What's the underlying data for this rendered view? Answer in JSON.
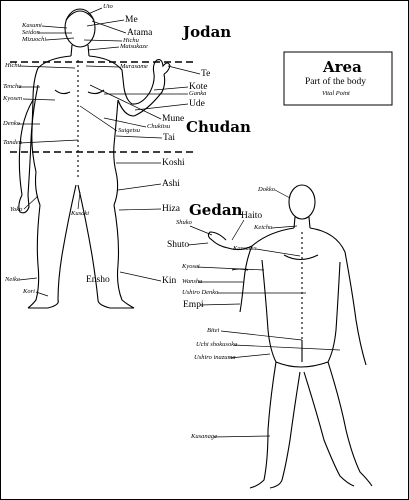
{
  "zones": {
    "jodan": "Jodan",
    "chudan": "Chudan",
    "gedan": "Gedan"
  },
  "legend": {
    "title": "Area",
    "line1": "Part of the body",
    "line2": "Vital Point"
  },
  "front_labels": {
    "uto": "Uto",
    "me": "Me",
    "atama": "Atama",
    "komomi": "Kasumi",
    "seidon": "Seidon",
    "mizuochi": "Mizuochi",
    "hichu": "Hichu",
    "matsukaze": "Matsukaze",
    "murasame": "Murasame",
    "te": "Te",
    "tenchu": "Tenchu",
    "kote": "Kote",
    "ganka": "Ganka",
    "kyosen": "Kyosen",
    "ude": "Ude",
    "denko": "Denko",
    "mune": "Mune",
    "chukitsu": "Chukitsu",
    "suigetsu": "Suigetsu",
    "tai": "Tai",
    "tanden": "Tanden",
    "koshi": "Koshi",
    "ashi": "Ashi",
    "hiza": "Hiza",
    "yoko": "Yoko",
    "kusaki": "Kusaki",
    "nezke": "Neike",
    "kori": "Kori",
    "ensho": "Ensho",
    "kin": "Kin"
  },
  "back_labels": {
    "dokko": "Dokko",
    "haito": "Haito",
    "shuko": "Shuko",
    "keichu": "Keichu",
    "kassatsu": "Kassatsu",
    "shuto": "Shuto",
    "kyosei": "Kyosei",
    "wanshu": "Wanshu",
    "ushiro_denko": "Ushiro Denko",
    "empi": "Empi",
    "bitei": "Bitei",
    "ushiro_inazuma": "Ushiro inazuma",
    "ushiro_shokusoku": "Uchi shokusoku",
    "kusanage": "Kusanage"
  }
}
